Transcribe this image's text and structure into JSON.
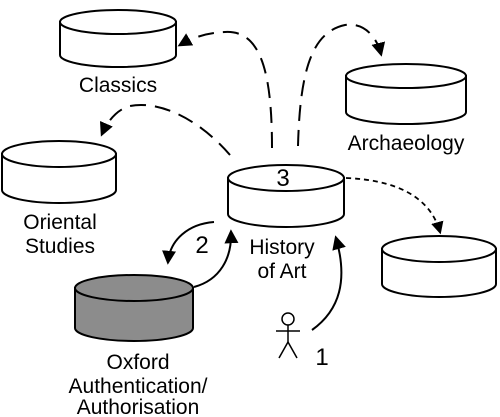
{
  "nodes": {
    "classics": {
      "label": "Classics",
      "fill": "#ffffff"
    },
    "archaeology": {
      "label": "Archaeology",
      "fill": "#ffffff"
    },
    "oriental": {
      "label_line1": "Oriental",
      "label_line2": "Studies",
      "fill": "#ffffff"
    },
    "history": {
      "label_line1": "History",
      "label_line2": "of Art",
      "number": "3",
      "fill": "#ffffff"
    },
    "unnamed": {
      "fill": "#ffffff"
    },
    "oxford": {
      "label_line1": "Oxford",
      "label_line2": "Authentication/",
      "label_line3": "Authorisation",
      "fill": "#8c8c8c"
    }
  },
  "steps": {
    "step1": "1",
    "step2": "2"
  },
  "colors": {
    "stroke": "#000000"
  },
  "icons": {
    "user": "stick-figure-icon"
  }
}
